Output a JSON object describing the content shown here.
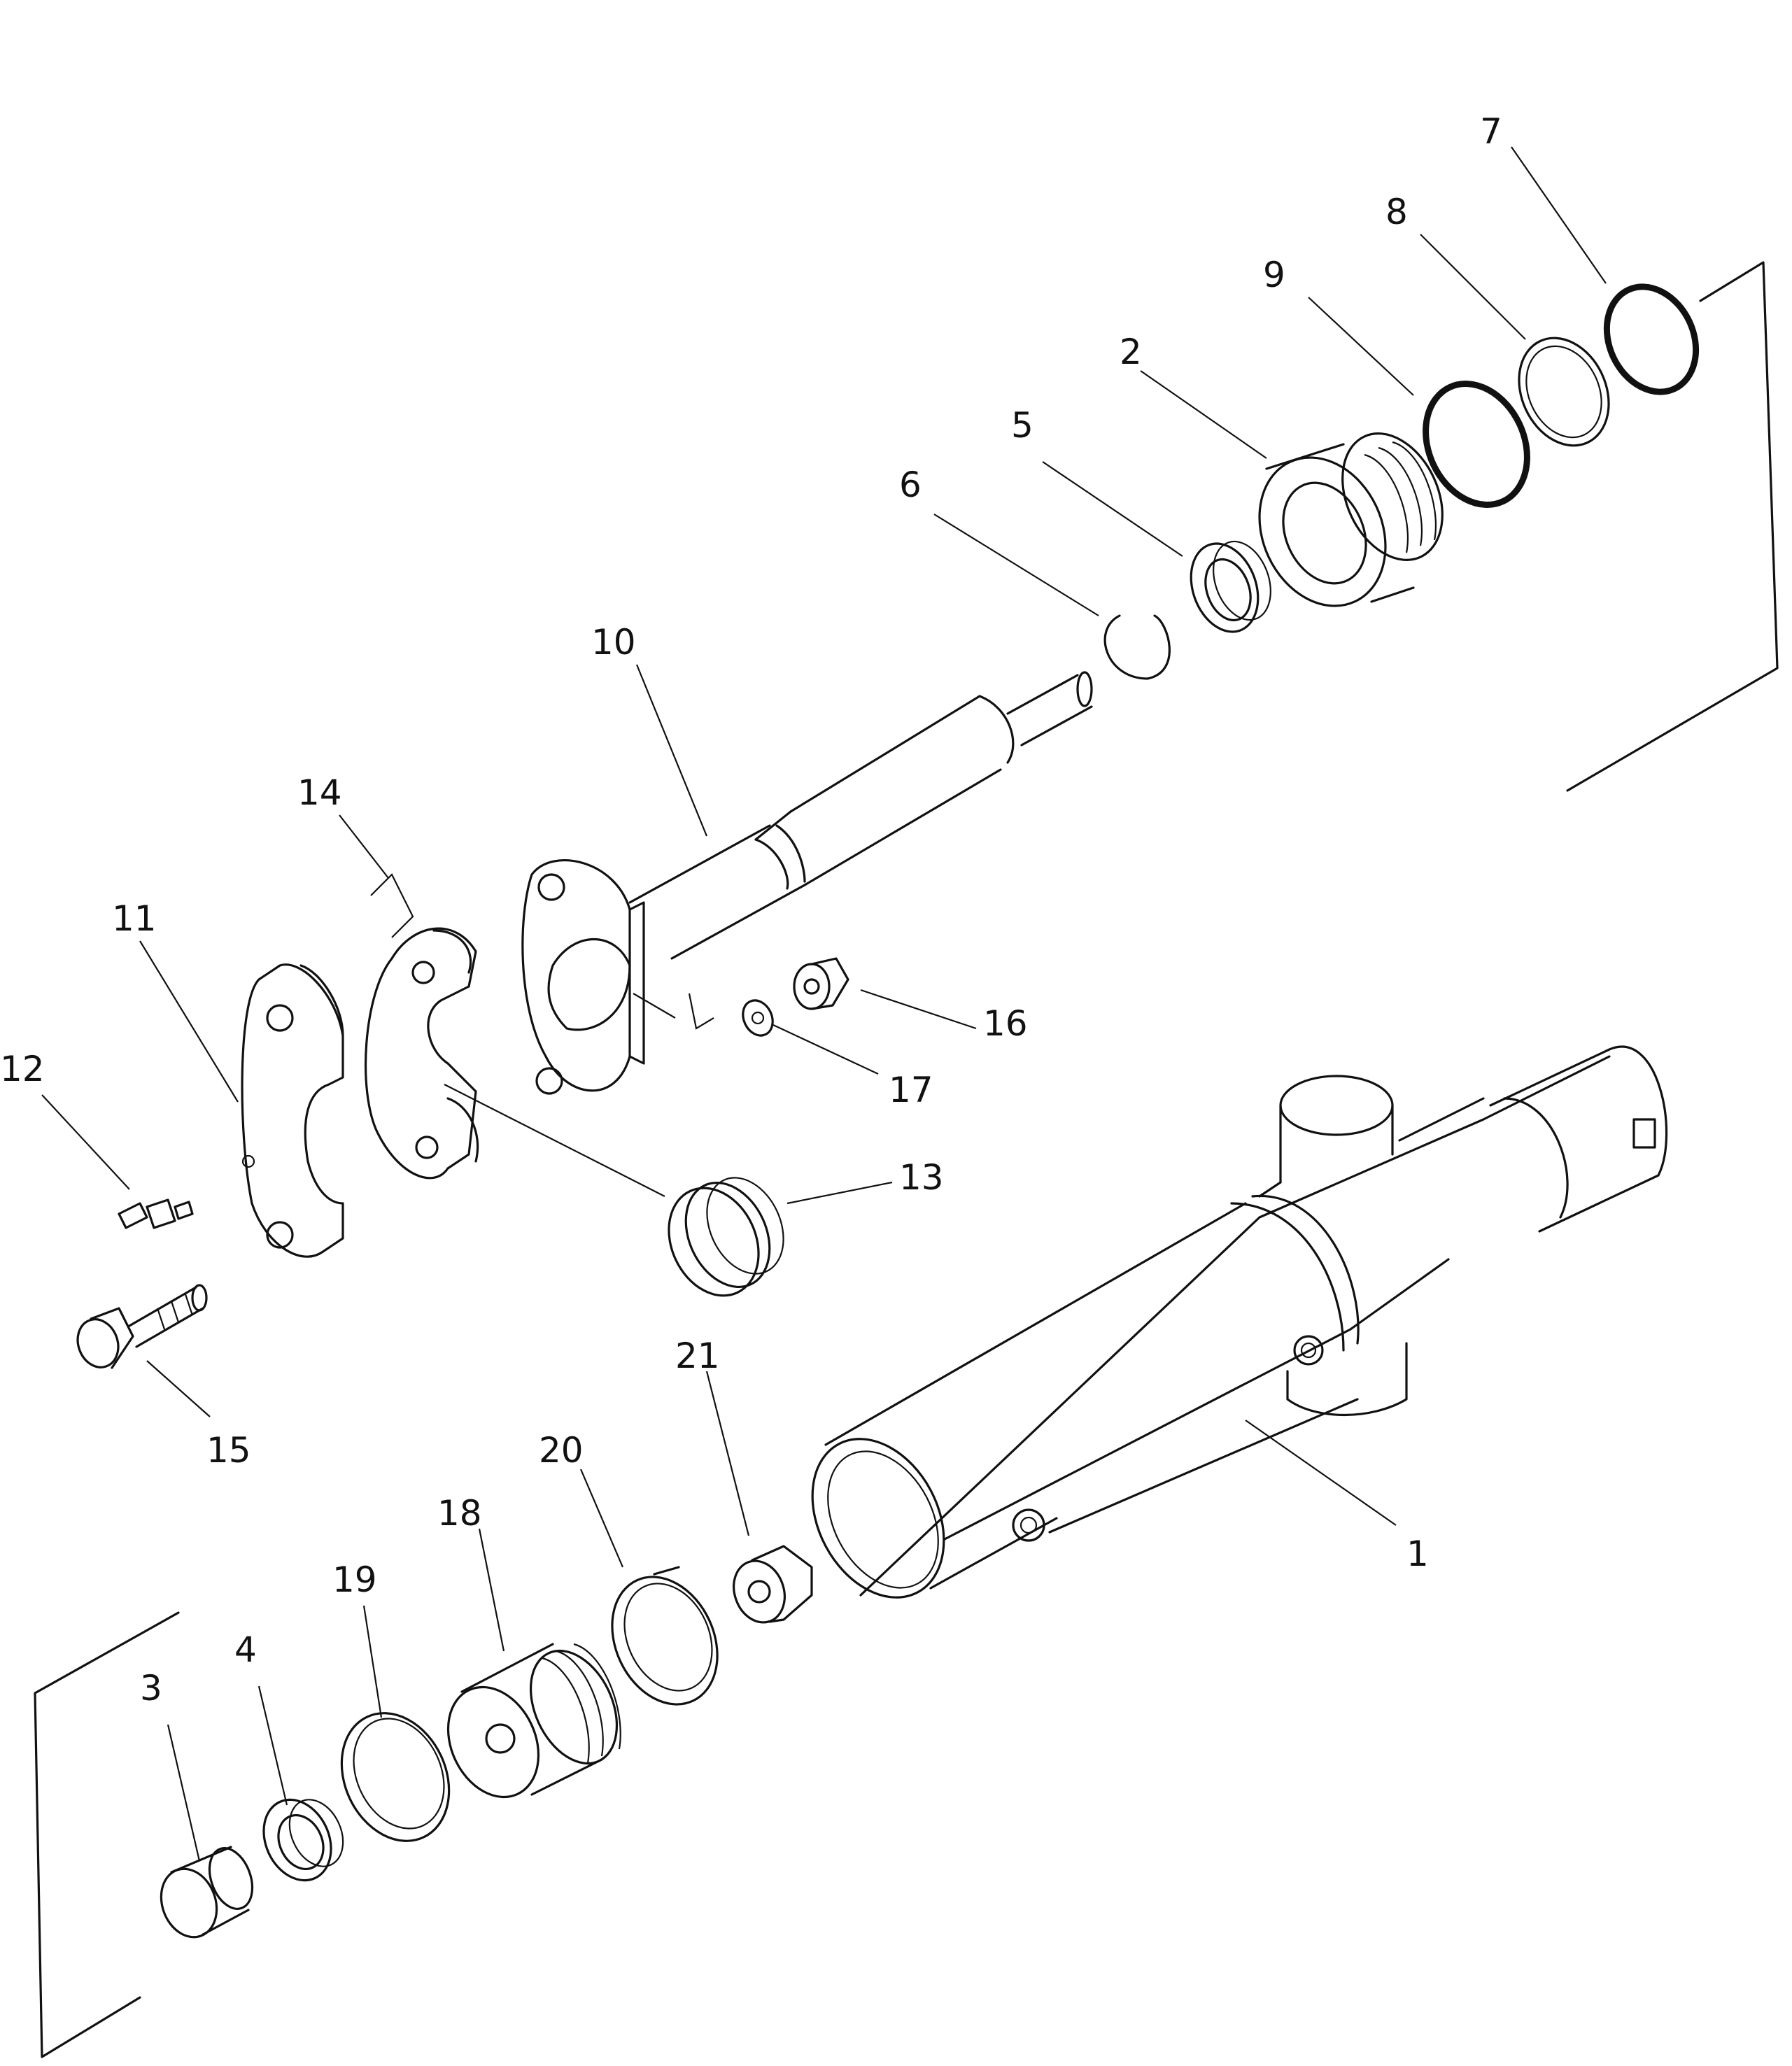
{
  "diagram": {
    "labels": [
      {
        "id": "1",
        "text": "1"
      },
      {
        "id": "2",
        "text": "2"
      },
      {
        "id": "3",
        "text": "3"
      },
      {
        "id": "4",
        "text": "4"
      },
      {
        "id": "5",
        "text": "5"
      },
      {
        "id": "6",
        "text": "6"
      },
      {
        "id": "7",
        "text": "7"
      },
      {
        "id": "8",
        "text": "8"
      },
      {
        "id": "9",
        "text": "9"
      },
      {
        "id": "10",
        "text": "10"
      },
      {
        "id": "11",
        "text": "11"
      },
      {
        "id": "12",
        "text": "12"
      },
      {
        "id": "13",
        "text": "13"
      },
      {
        "id": "14",
        "text": "14"
      },
      {
        "id": "15",
        "text": "15"
      },
      {
        "id": "16",
        "text": "16"
      },
      {
        "id": "17",
        "text": "17"
      },
      {
        "id": "18",
        "text": "18"
      },
      {
        "id": "19",
        "text": "19"
      },
      {
        "id": "20",
        "text": "20"
      },
      {
        "id": "21",
        "text": "21"
      }
    ]
  }
}
